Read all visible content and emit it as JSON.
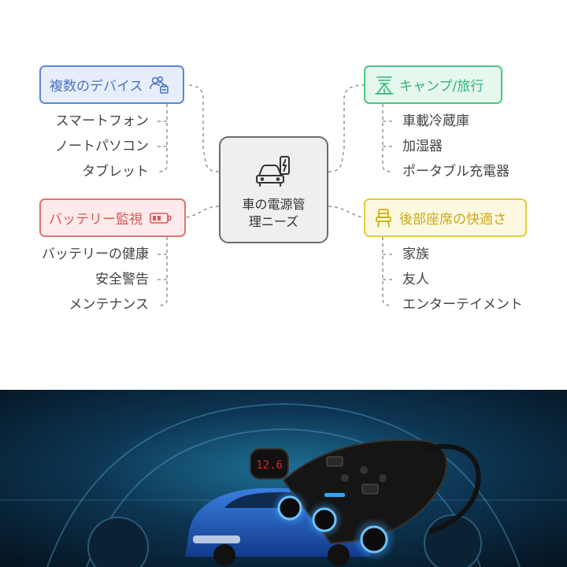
{
  "center": {
    "line1": "車の電源管",
    "line2": "理ニーズ",
    "icon": "car-charging-icon"
  },
  "branches": {
    "devices": {
      "label": "複数のデバイス",
      "icon": "devices-icon",
      "color": "#5b87d6",
      "items": [
        "スマートフォン",
        "ノートパソコン",
        "タブレット"
      ]
    },
    "camping": {
      "label": "キャンプ/旅行",
      "icon": "campfire-icon",
      "color": "#4cc78a",
      "items": [
        "車載冷蔵庫",
        "加湿器",
        "ポータブル充電器"
      ]
    },
    "battery": {
      "label": "バッテリー監視",
      "icon": "battery-icon",
      "color": "#e07474",
      "items": [
        "バッテリーの健康",
        "安全警告",
        "メンテナンス"
      ]
    },
    "rearseat": {
      "label": "後部座席の快適さ",
      "icon": "seat-icon",
      "color": "#e5cc3c",
      "items": [
        "家族",
        "友人",
        "エンターテイメント"
      ]
    }
  },
  "photo": {
    "display_readout": "12.6",
    "icons": [
      "car-icon",
      "car-socket-splitter-icon"
    ]
  }
}
